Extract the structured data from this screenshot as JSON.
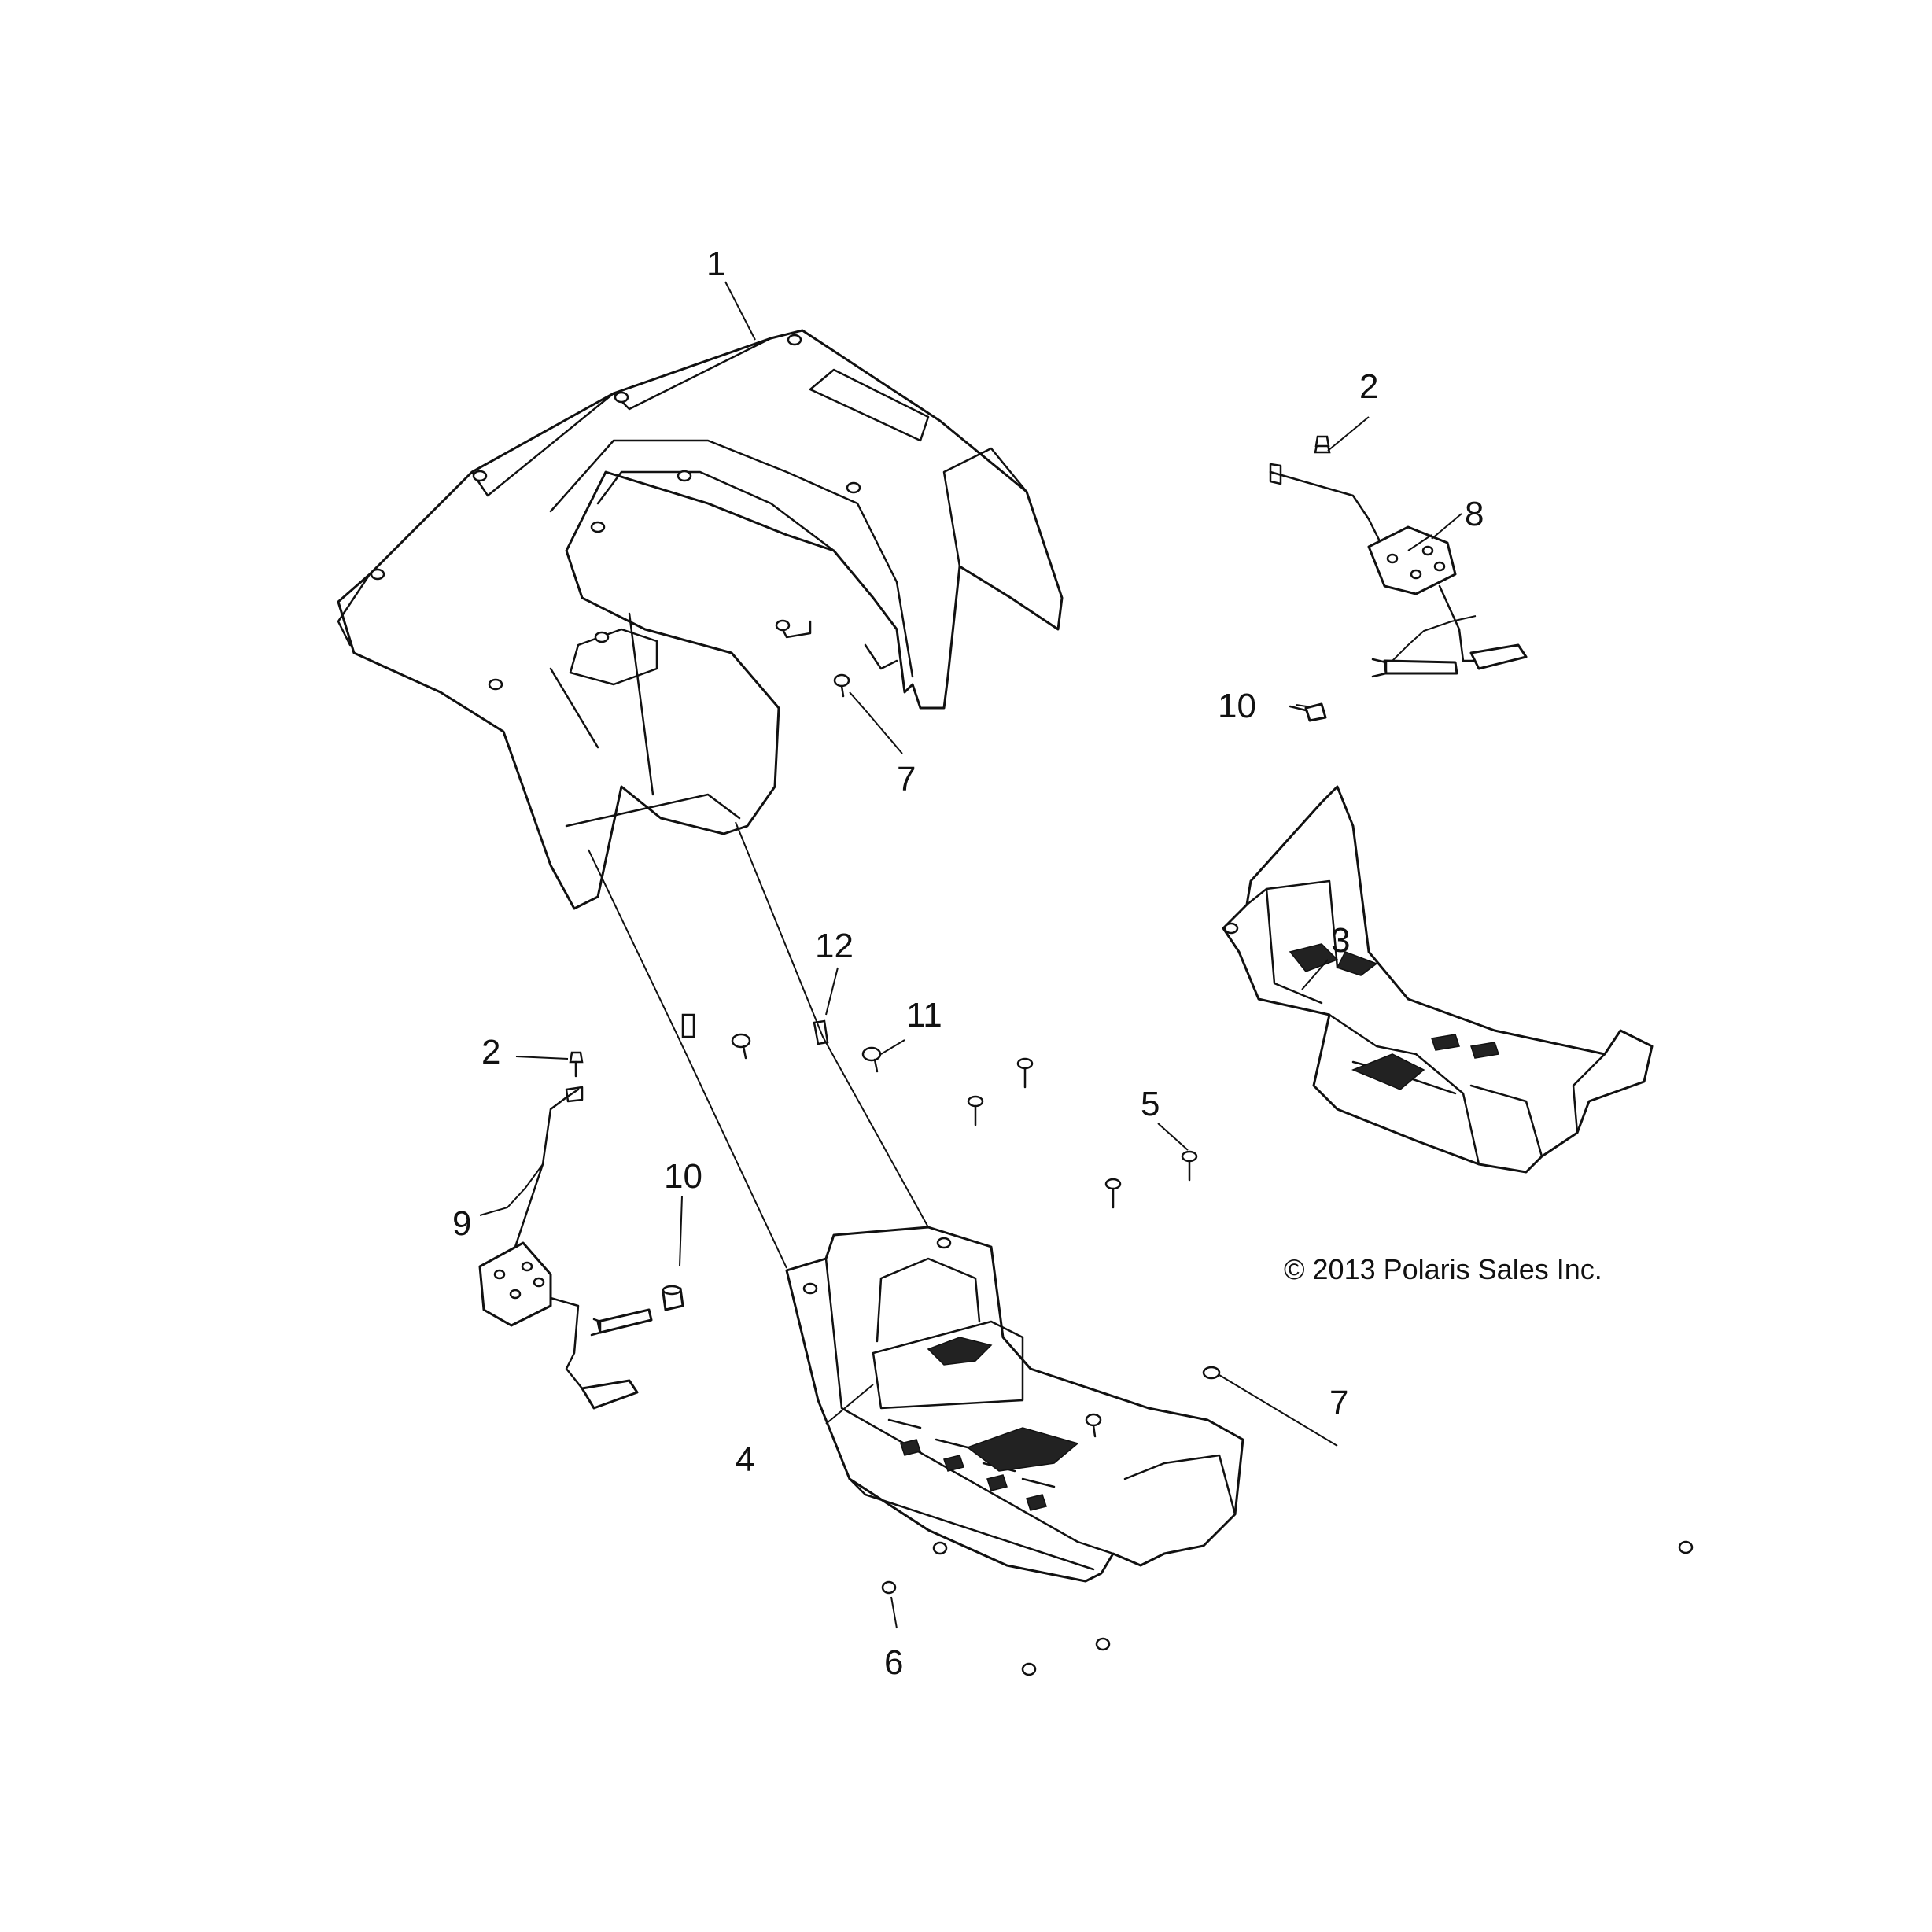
{
  "callouts": {
    "c1": "1",
    "c2a": "2",
    "c2b": "2",
    "c3": "3",
    "c4": "4",
    "c5": "5",
    "c6": "6",
    "c7a": "7",
    "c7b": "7",
    "c8": "8",
    "c9": "9",
    "c10a": "10",
    "c10b": "10",
    "c11": "11",
    "c12": "12"
  },
  "copyright": "© 2013 Polaris Sales Inc.",
  "colors": {
    "line": "#111111",
    "background": "#ffffff"
  }
}
